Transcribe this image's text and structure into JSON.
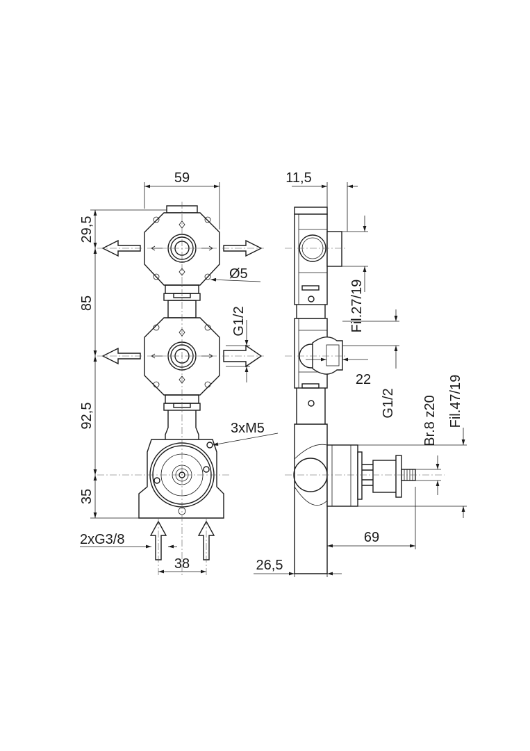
{
  "front_view": {
    "width_dim": "59",
    "top_offset_dim": "29,5",
    "spacing_1_dim": "85",
    "spacing_2_dim": "92,5",
    "bottom_dim": "35",
    "hole_dim": "Ø5",
    "outlet_thread": "G1/2",
    "screws": "3xM5",
    "inlet_thread": "2xG3/8",
    "inlet_spacing_dim": "38"
  },
  "side_view": {
    "outlet_depth_dim": "11,5",
    "thread_1": "Fil.27/19",
    "outlet_length_dim": "22",
    "outlet_thread": "G1/2",
    "spindle": "Br.8 z20",
    "thread_2": "Fil.47/19",
    "cartridge_dim": "69",
    "body_depth_dim": "26,5"
  }
}
